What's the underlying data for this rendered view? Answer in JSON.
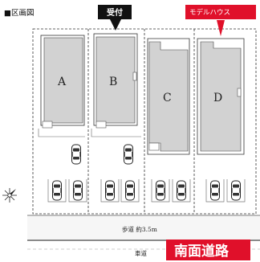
{
  "map_title": "■区画図",
  "reception_label": "受付",
  "model_house_label": "モデルハウス",
  "lots": [
    {
      "id": "A"
    },
    {
      "id": "B"
    },
    {
      "id": "C"
    },
    {
      "id": "D"
    }
  ],
  "sidewalk_label": "歩道 約3.5m",
  "roadway_label": "車道",
  "south_road_label": "南面道路",
  "colors": {
    "building": "#d2d2d2",
    "reception_badge": "#111111",
    "model_house_badge": "#e0102a",
    "south_road_badge": "#e0102a"
  }
}
